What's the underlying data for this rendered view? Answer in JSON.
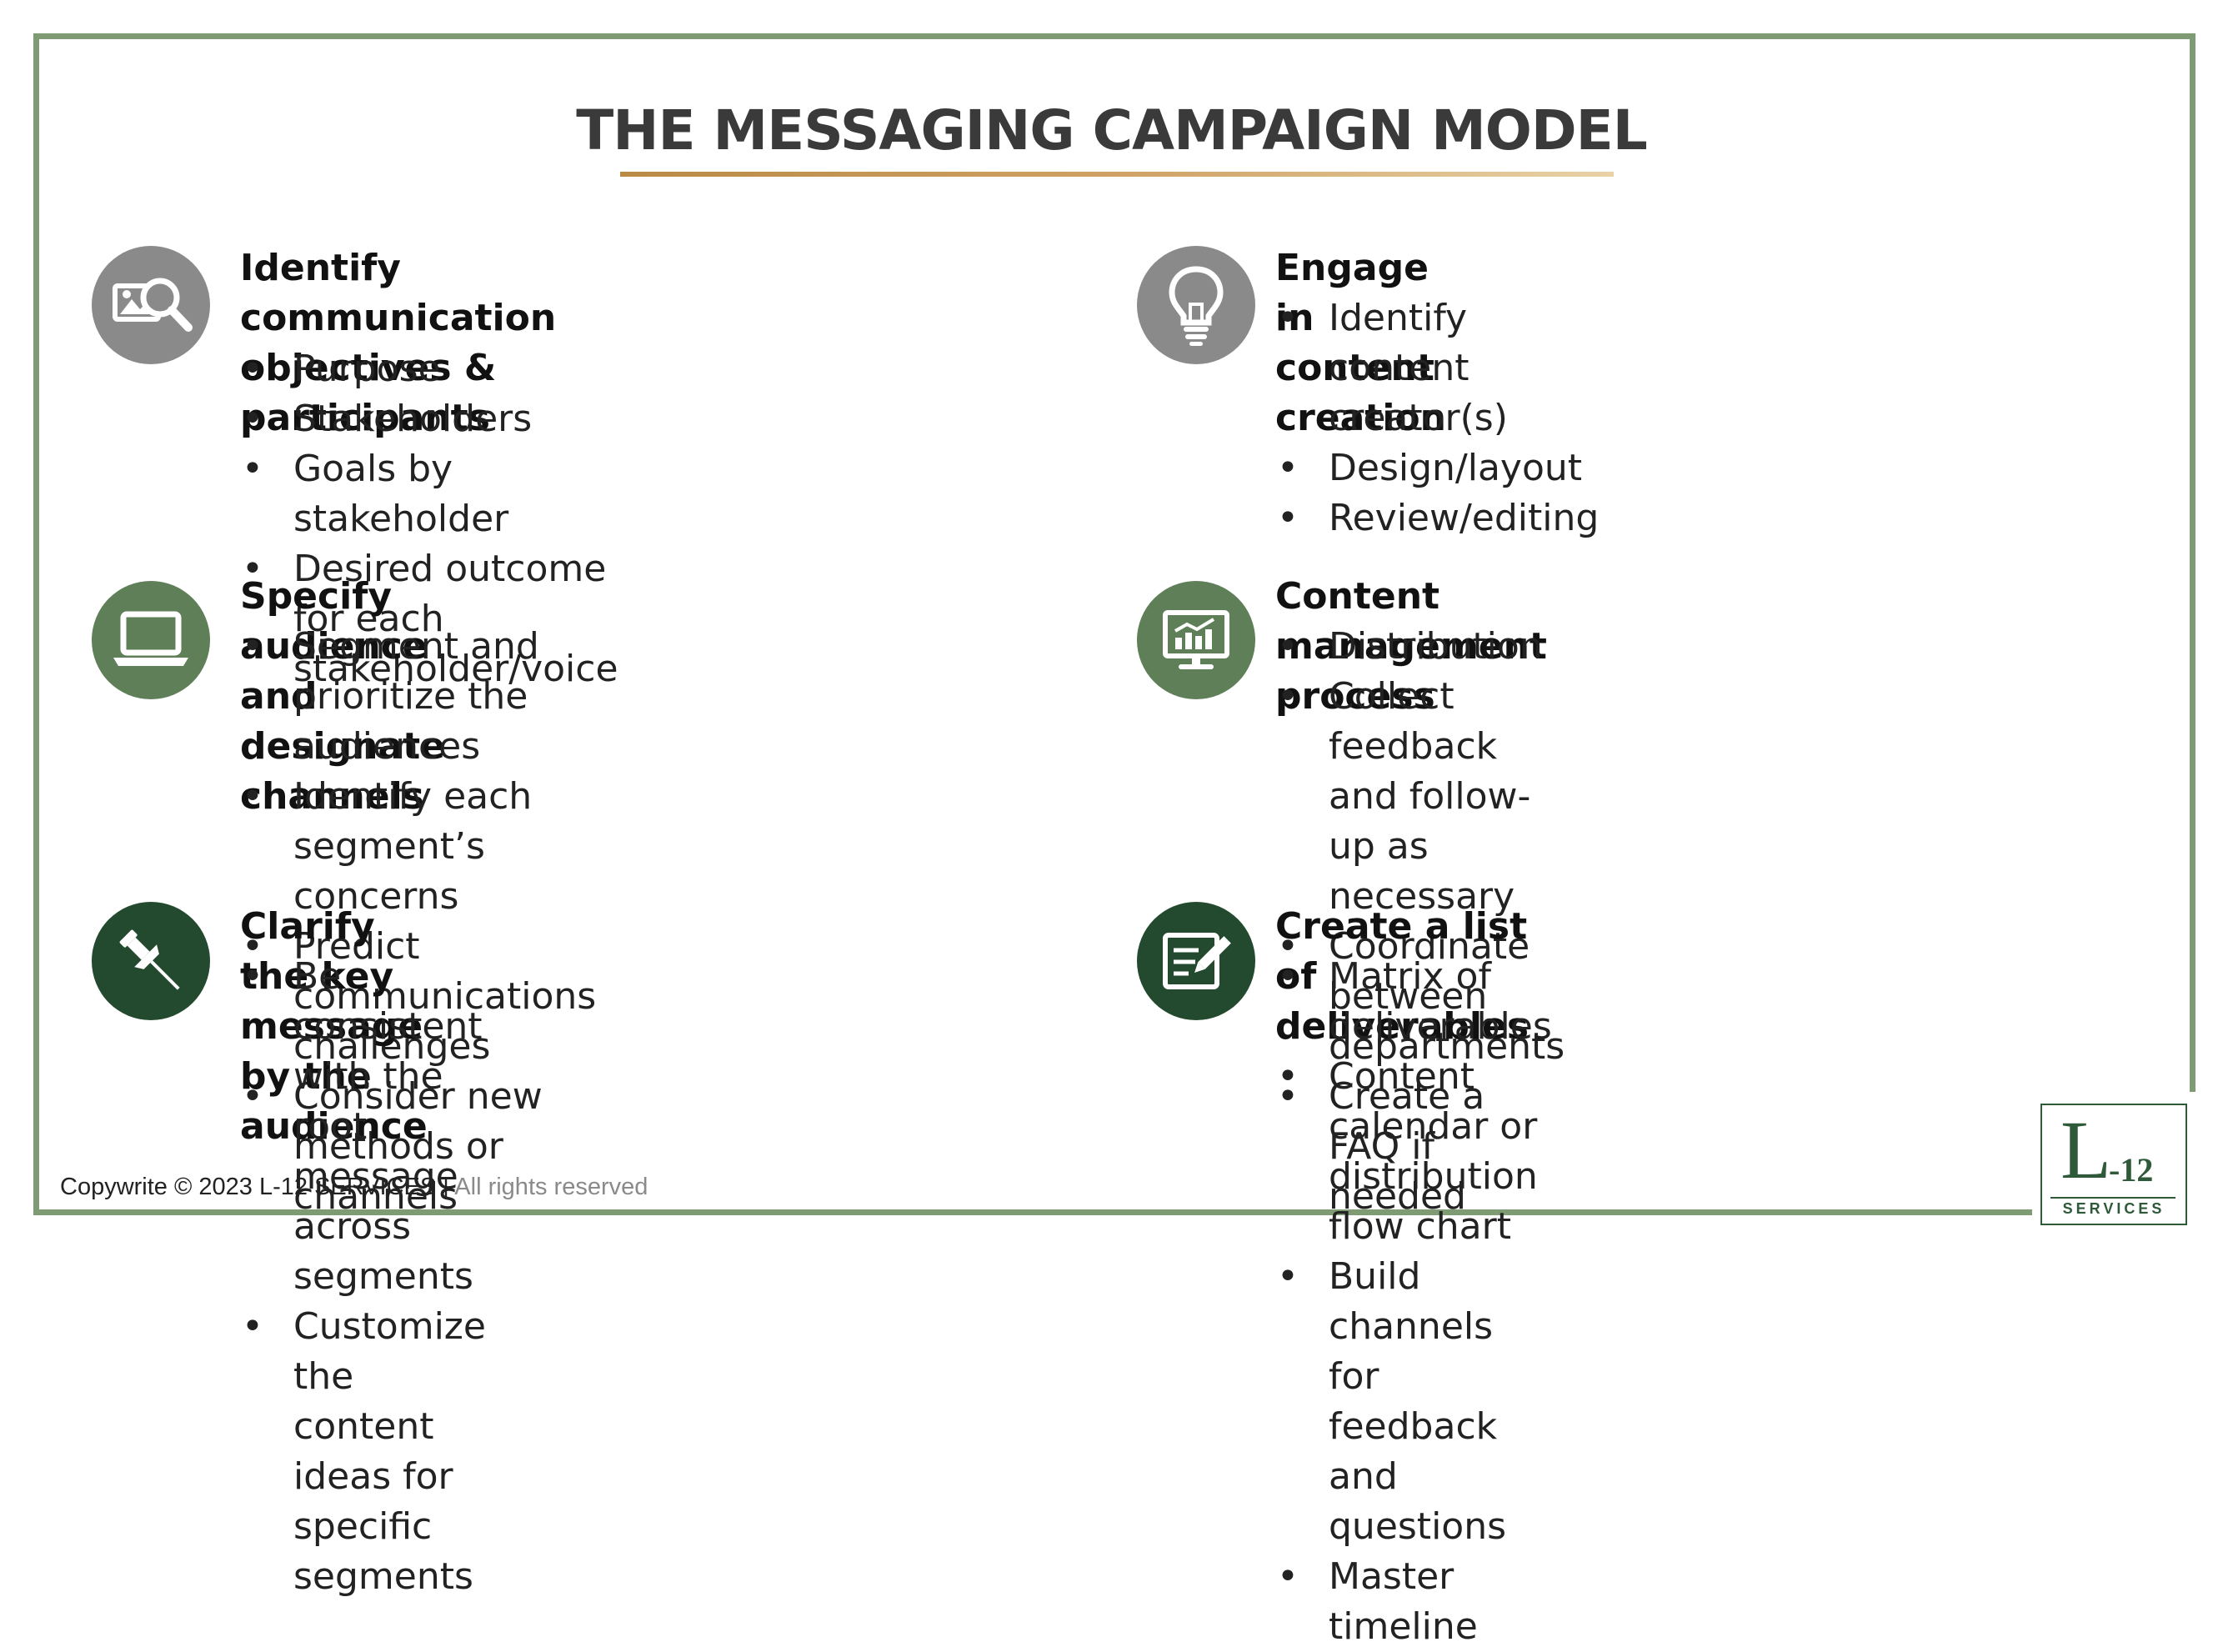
{
  "title": "THE MESSAGING CAMPAIGN MODEL",
  "colors": {
    "frame": "#7f9b74",
    "icon_gray": "#8a8a8a",
    "icon_mid_green": "#5f7f58",
    "icon_dark_green": "#234a2f",
    "title_rule": "#c9995a"
  },
  "sections": [
    {
      "icon": "image-search-icon",
      "heading_line1": "Identify communication objectives &",
      "heading_line2": "participants",
      "bullets": [
        "Purpose",
        "Stakeholders",
        "Goals by stakeholder",
        "Desired outcome for each stakeholder/voice"
      ]
    },
    {
      "icon": "lightbulb-icon",
      "heading": "Engage in content creation",
      "bullets": [
        "Identify content creator(s)",
        "Design/layout",
        "Review/editing"
      ]
    },
    {
      "icon": "laptop-icon",
      "heading": "Specify audience and designate channels",
      "bullets": [
        "Segment and prioritize the audiences",
        "Identify each segment’s concerns",
        "Predict communications challenges",
        "Consider new methods or channels"
      ]
    },
    {
      "icon": "monitor-chart-icon",
      "heading": "Content management process",
      "bullets": [
        "Distribution",
        "Collect feedback and follow-up as necessary",
        "Coordinate between departments",
        "Create a FAQ if needed"
      ]
    },
    {
      "icon": "pushpin-icon",
      "heading": "Clarify the key message by the audience",
      "bullets": [
        "Be consistent with the root message",
        "across segments",
        "Customize the content ideas for specific",
        "segments"
      ]
    },
    {
      "icon": "edit-document-icon",
      "heading": "Create a list of deliverables",
      "bullets": [
        "Matrix of deliverables",
        "Content calendar or distribution flow chart",
        "Build channels for feedback and questions",
        "Master timeline"
      ]
    }
  ],
  "footer": {
    "copyright": "Copywrite © 2023 L-12 SERVICES",
    "separator": "|",
    "rights": "All rights reserved"
  },
  "logo": {
    "letter": "L",
    "number": "-12",
    "subtitle": "SERVICES"
  }
}
